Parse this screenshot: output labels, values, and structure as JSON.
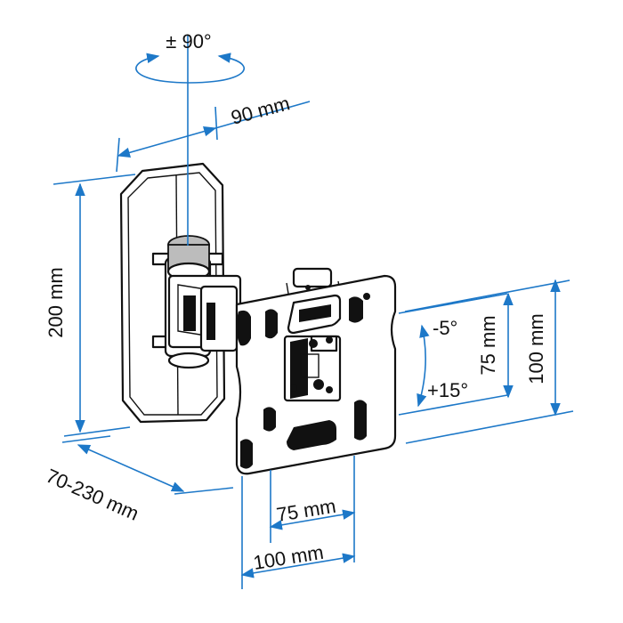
{
  "rotation_label": "± 90°",
  "depth_label": "90 mm",
  "height_label": "200 mm",
  "extension_label": "70-230 mm",
  "tilt_up_label": "-5°",
  "tilt_down_label": "+15°",
  "vesa_vertical_small": "75 mm",
  "vesa_vertical_large": "100 mm",
  "vesa_horizontal_small": "75 mm",
  "vesa_horizontal_large": "100 mm",
  "colors": {
    "dimension_lines": "#1d78c8",
    "outline": "#111111"
  }
}
